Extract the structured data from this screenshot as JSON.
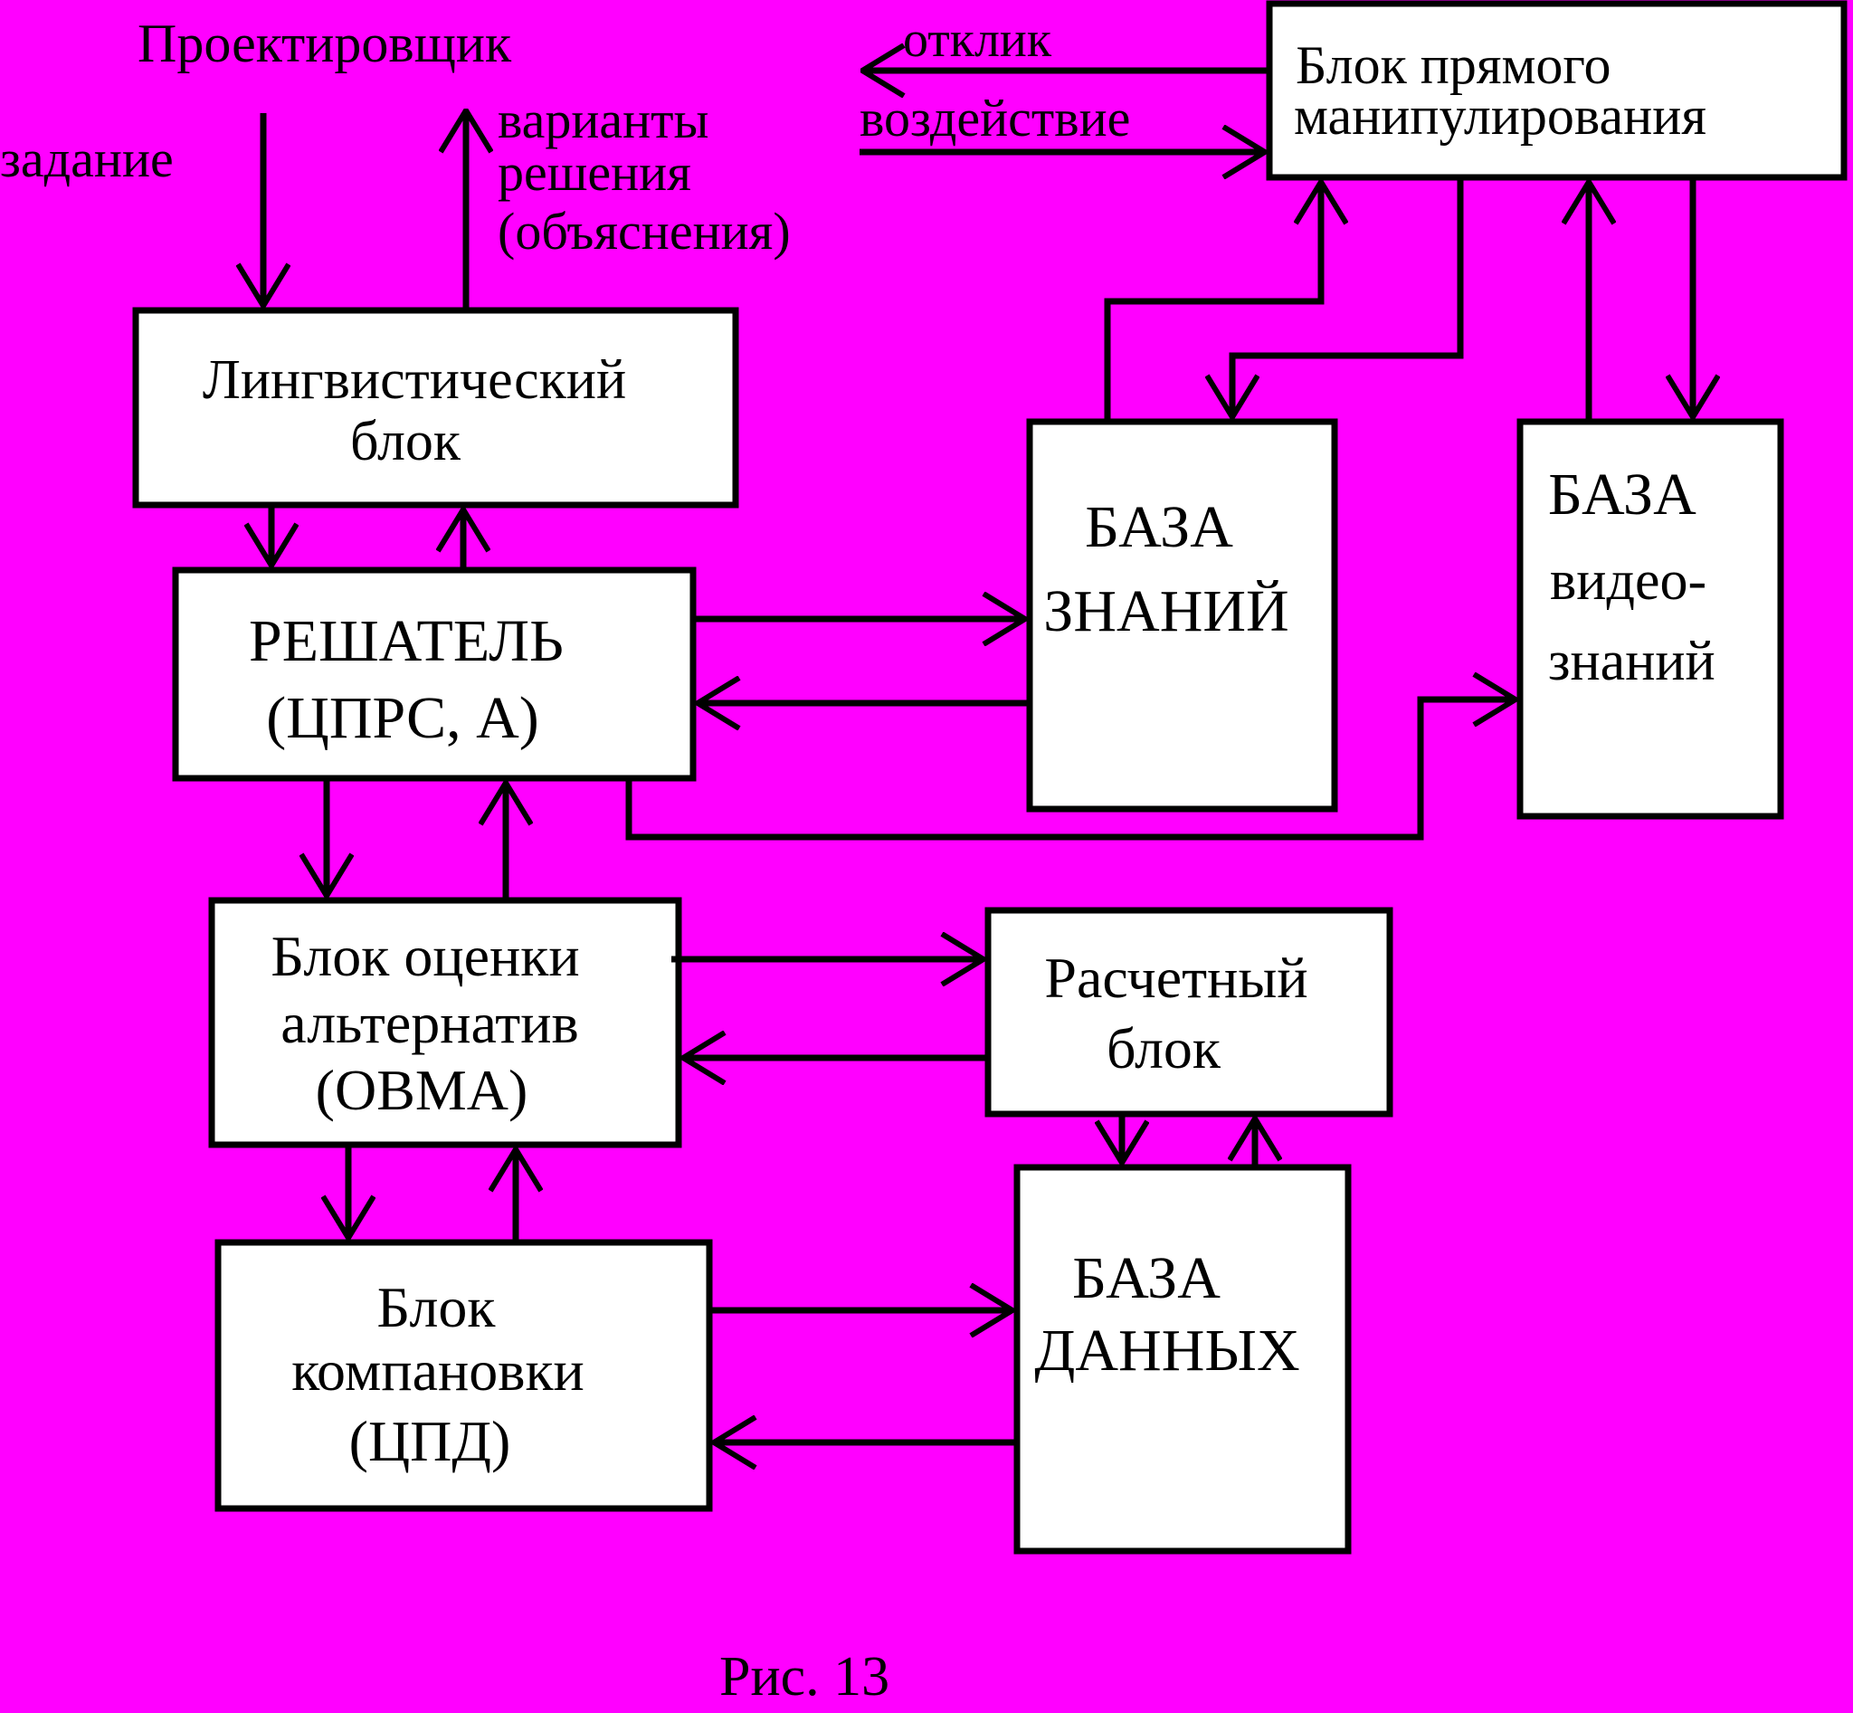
{
  "colors": {
    "background": "#ff00ff",
    "box_fill": "#ffffff",
    "stroke": "#000000",
    "text": "#000000"
  },
  "labels": {
    "designer": "Проектировщик",
    "task": "задание",
    "options_line1": "варианты",
    "options_line2": "решения",
    "options_line3": "(объяснения)",
    "response": "отклик",
    "action": "воздействие",
    "caption": "Рис. 13"
  },
  "blocks": {
    "direct_manipulation": {
      "line1": "Блок прямого",
      "line2": "манипулирования"
    },
    "linguistic": {
      "line1": "Лингвистический",
      "line2": "блок"
    },
    "solver": {
      "line1": "РЕШАТЕЛЬ",
      "line2": "(ЦПРС, А)"
    },
    "knowledge_base": {
      "line1": "БАЗА",
      "line2": "ЗНАНИЙ"
    },
    "video_knowledge_base": {
      "line1": "БАЗА",
      "line2": "видео-",
      "line3": "знаний"
    },
    "evaluation": {
      "line1": "Блок оценки",
      "line2": "альтернатив",
      "line3": "(ОВМА)"
    },
    "calculation": {
      "line1": "Расчетный",
      "line2": "блок"
    },
    "layout": {
      "line1": "Блок",
      "line2": "компановки",
      "line3": "(ЦПД)"
    },
    "database": {
      "line1": "БАЗА",
      "line2": "ДАННЫХ"
    }
  }
}
